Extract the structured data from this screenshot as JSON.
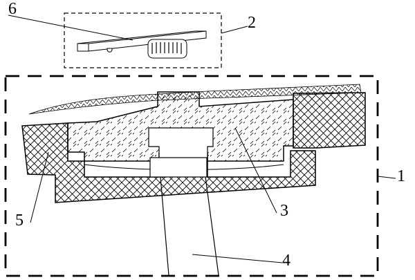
{
  "labels": {
    "l1": "1",
    "l2": "2",
    "l3": "3",
    "l4": "4",
    "l5": "5",
    "l6": "6"
  },
  "colors": {
    "ink": "#000000",
    "paper": "#ffffff"
  }
}
